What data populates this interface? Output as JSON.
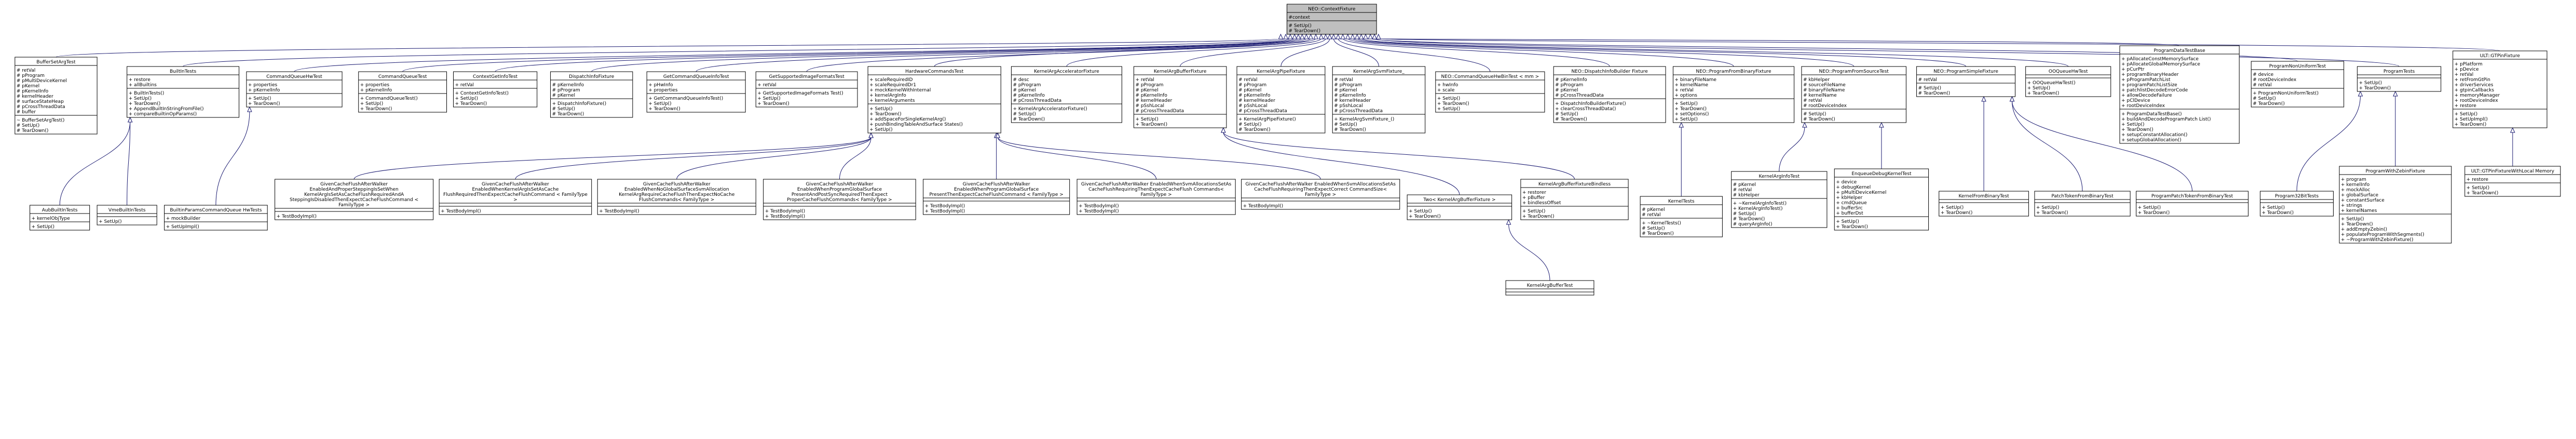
{
  "diagram": {
    "root": {
      "title": "NEO::ContextFixture",
      "attributes": [
        "#context"
      ],
      "methods": [
        "# SetUp()",
        "# TearDown()"
      ]
    },
    "classes": [
      {
        "id": "buffer_set_arg",
        "title": "BufferSetArgTest",
        "attributes": [
          "# retVal",
          "# pProgram",
          "# pMultiDeviceKernel",
          "# pKernel",
          "# pKernelInfo",
          "# kernelHeader",
          "# surfaceStateHeap",
          "# pCrossThreadData",
          "# buffer"
        ],
        "methods": [
          "~ BufferSetArgTest()",
          "# SetUp()",
          "# TearDown()"
        ],
        "parent": "root"
      },
      {
        "id": "builtin_tests",
        "title": "BuiltInTests",
        "attributes": [
          "+ restore",
          "+ allBuiltins"
        ],
        "methods": [
          "+ BuiltInTests()",
          "+ SetUp()",
          "+ TearDown()",
          "+ AppendBuiltInStringFromFile()",
          "+ compareBuiltinOpParams()"
        ],
        "parent": "root"
      },
      {
        "id": "cmd_queue_hw",
        "title": "CommandQueueHwTest",
        "attributes": [
          "+ properties",
          "+ pKernelInfo"
        ],
        "methods": [
          "+ SetUp()",
          "+ TearDown()"
        ],
        "parent": "root"
      },
      {
        "id": "cmd_queue",
        "title": "CommandQueueTest",
        "attributes": [
          "+ properties",
          "+ pKernelInfo"
        ],
        "methods": [
          "+ CommandQueueTest()",
          "+ SetUp()",
          "+ TearDown()"
        ],
        "parent": "root"
      },
      {
        "id": "context_info",
        "title": "ContextGetInfoTest",
        "attributes": [
          "+ retVal"
        ],
        "methods": [
          "+ ContextGetInfoTest()",
          "+ SetUp()",
          "+ TearDown()"
        ],
        "parent": "root"
      },
      {
        "id": "dispatch_info",
        "title": "DispatchInfoFixture",
        "attributes": [
          "# pKernelInfo",
          "# pProgram",
          "# pKernel"
        ],
        "methods": [
          "+ DispatchInfoFixture()",
          "# SetUp()",
          "# TearDown()"
        ],
        "parent": "root"
      },
      {
        "id": "get_cmd_queue_info",
        "title": "GetCommandQueueInfoTest",
        "attributes": [
          "+ pHwInfo",
          "+ properties"
        ],
        "methods": [
          "+ GetCommandQueueInfoTest()",
          "+ SetUp()",
          "+ TearDown()"
        ],
        "parent": "root"
      },
      {
        "id": "get_supported_img",
        "title": "GetSupportedImageFormatsTest",
        "attributes": [
          "+ retVal"
        ],
        "methods": [
          "+ GetSupportedImageFormats Test()",
          "+ SetUp()",
          "+ TearDown()"
        ],
        "parent": "root"
      },
      {
        "id": "hw_cmds_test",
        "title": "HardwareCommandsTest",
        "attributes": [
          "+ scaleRequiredID",
          "+ scaleRequiredDr1",
          "+ mockKernelWithInternal",
          "+ kernelArgInfo",
          "+ kernelArguments"
        ],
        "methods": [
          "+ SetUp()",
          "+ TearDown()",
          "+ addSpaceForSingleKernelArg()",
          "+ pushBindingTableAndSurface States()",
          "+ SetUp()"
        ],
        "parent": "root"
      },
      {
        "id": "karg_accel",
        "title": "KernelArgAcceleratorFixture",
        "attributes": [
          "# desc",
          "# pProgram",
          "# pKernel",
          "# pKernelInfo",
          "# pCrossThreadData"
        ],
        "methods": [
          "+ KernelArgAcceleratorFixture()",
          "# SetUp()",
          "# TearDown()"
        ],
        "parent": "root"
      },
      {
        "id": "karg_buffer",
        "title": "KernelArgBufferFixture",
        "attributes": [
          "+ retVal",
          "# pProgram",
          "# pKernel",
          "# pKernelInfo",
          "# kernelHeader",
          "# pSshLocal",
          "# pCrossThreadData"
        ],
        "methods": [
          "+ SetUp()",
          "+ TearDown()"
        ],
        "parent": "root"
      },
      {
        "id": "karg_pipe",
        "title": "KernelArgPipeFixture",
        "attributes": [
          "# retVal",
          "# pProgram",
          "# pKernel",
          "# pKernelInfo",
          "# kernelHeader",
          "# pSshLocal",
          "# pCrossThreadData"
        ],
        "methods": [
          "+ KernelArgPipeFixture()",
          "# SetUp()",
          "# TearDown()"
        ],
        "parent": "root"
      },
      {
        "id": "karg_svm",
        "title": "KernelArgSvmFixture_",
        "attributes": [
          "# retVal",
          "# pProgram",
          "# pKernel",
          "# pKernelInfo",
          "# kernelHeader",
          "# pSshLocal",
          "# pCrossThreadData"
        ],
        "methods": [
          "+ KernelArgSvmFixture_()",
          "# SetUp()",
          "# TearDown()"
        ],
        "parent": "root"
      },
      {
        "id": "neo_cmd_queue_hw_bin",
        "title": "NEO::CommandQueueHwBinTest < mm >",
        "attributes": [
          "+ hwInfo",
          "+ scale"
        ],
        "methods": [
          "+ SetUp()",
          "+ TearDown()",
          "+ SetUp()"
        ],
        "parent": "root"
      },
      {
        "id": "neo_dispatch_builtin",
        "title": "NEO::DispatchInfoBuilder Fixture",
        "attributes": [
          "# pKernelInfo",
          "# pProgram",
          "# pKernel",
          "# pCrossThreadData"
        ],
        "methods": [
          "+ DispatchInfoBuilderFixture()",
          "+ clearCrossThreadData()",
          "# SetUp()",
          "# TearDown()"
        ],
        "parent": "root"
      },
      {
        "id": "neo_prog_from_binary",
        "title": "NEO::ProgramFromBinaryFixture",
        "attributes": [
          "+ binaryFileName",
          "+ kernelName",
          "+ retVal",
          "+ options"
        ],
        "methods": [
          "+ SetUp()",
          "+ TearDown()",
          "+ setOptions()",
          "+ SetUp()"
        ],
        "parent": "root"
      },
      {
        "id": "neo_prog_from_source",
        "title": "NEO::ProgramFromSourceTest",
        "attributes": [
          "# kbHelper",
          "# sourceFileName",
          "# binaryFileName",
          "# kernelName",
          "# retVal",
          "# rootDeviceIndex"
        ],
        "methods": [
          "# SetUp()",
          "# TearDown()"
        ],
        "parent": "root"
      },
      {
        "id": "neo_prog_simple",
        "title": "NEO::ProgramSimpleFixture",
        "attributes": [
          "# retVal"
        ],
        "methods": [
          "# SetUp()",
          "# TearDown()"
        ],
        "parent": "root"
      },
      {
        "id": "ooq_hw",
        "title": "OOQueueHwTest",
        "attributes": [],
        "methods": [
          "+ OOQueueHwTest()",
          "+ SetUp()",
          "+ TearDown()"
        ],
        "parent": "root"
      },
      {
        "id": "prog_data_test_base",
        "title": "ProgramDataTestBase",
        "attributes": [
          "+ pAllocateConstMemorySurface",
          "+ pAllocateGlobalMemorySurface",
          "+ pCurPtr",
          "+ programBinaryHeader",
          "+ pProgramPatchList",
          "+ programPatchListSize",
          "+ patchlistDecodeErrorCode",
          "+ allowDecodeFailure",
          "+ pClDevice",
          "+ rootDeviceIndex"
        ],
        "methods": [
          "+ ProgramDataTestBase()",
          "+ buildAndDecodeProgramPatch List()",
          "+ SetUp()",
          "+ TearDown()",
          "+ setupConstantAllocation()",
          "+ setupGlobalAllocation()"
        ],
        "parent": "root"
      },
      {
        "id": "prog_non_uniform",
        "title": "ProgramNonUniformTest",
        "attributes": [
          "# device",
          "# rootDeviceIndex",
          "# retVal"
        ],
        "methods": [
          "+ ProgramNonUniformTest()",
          "# SetUp()",
          "# TearDown()"
        ],
        "parent": "root"
      },
      {
        "id": "program_tests",
        "title": "ProgramTests",
        "attributes": [],
        "methods": [
          "+ SetUp()",
          "+ TearDown()"
        ],
        "parent": "root"
      },
      {
        "id": "ult_gtpin",
        "title": "ULT::GTPinFixture",
        "attributes": [
          "+ pPlatform",
          "+ pDevice",
          "+ retVal",
          "+ retFromGtPin",
          "+ driverServices",
          "+ gtpinCallbacks",
          "+ memoryManager",
          "+ rootDeviceIndex",
          "+ restore"
        ],
        "methods": [
          "+ SetUp()",
          "+ SetUpImpl()",
          "+ TearDown()"
        ],
        "parent": "root"
      },
      {
        "id": "aub_builtin",
        "title": "AubBuiltInTests",
        "attributes": [
          "+ kernelObjType"
        ],
        "methods": [
          "+ SetUp()"
        ],
        "parent": "builtin_tests"
      },
      {
        "id": "vme_builtin",
        "title": "VmeBuiltInTests",
        "attributes": [],
        "methods": [
          "+ SetUp()"
        ],
        "parent": "builtin_tests"
      },
      {
        "id": "builtin_params_cmd_queue",
        "title": "BuiltinParamsCommandQueue HwTests",
        "attributes": [
          "+ mockBuilder"
        ],
        "methods": [
          "+ SetUpImpl()"
        ],
        "parent": "cmd_queue_hw"
      },
      {
        "id": "gc_walker_1",
        "title": "GivenCacheFlushAfterWalker EnabledAndProperSteppingIsSetWhen KernelArgIsSetAsCacheFlushRequiredAndA SteppingIsDisabledThenExpectCacheFlushCommand < FamilyType >",
        "attributes": [],
        "methods": [
          "+ TestBodyImpl()"
        ],
        "parent": "hw_cmds_test"
      },
      {
        "id": "gc_walker_2",
        "title": "GivenCacheFlushAfterWalker EnabledWhenKernelArgIsSetAsCache FlushRequiredThenExpectCacheFlushCommand < FamilyType >",
        "attributes": [],
        "methods": [
          "+ TestBodyImpl()"
        ],
        "parent": "hw_cmds_test"
      },
      {
        "id": "gc_walker_3",
        "title": "GivenCacheFlushAfterWalker EnabledWhenNoGlobalSurfaceSvmAllocation KernelArgRequireCacheFlushThenExpectNoCache FlushCommands< FamilyType >",
        "attributes": [],
        "methods": [
          "+ TestBodyImpl()"
        ],
        "parent": "hw_cmds_test"
      },
      {
        "id": "gc_walker_4",
        "title": "GivenCacheFlushAfterWalker EnabledWhenProgramGlobalSurface PresentAndPostSyncRequiredThenExpect ProperCacheFlushCommands< FamilyType >",
        "attributes": [],
        "methods": [
          "+ TestBodyImpl()",
          "+ TestBodyImpl()"
        ],
        "parent": "hw_cmds_test"
      },
      {
        "id": "gc_walker_5",
        "title": "GivenCacheFlushAfterWalker EnabledWhenProgramGlobalSurface PresentThenExpectCacheFlushCommand < FamilyType >",
        "attributes": [],
        "methods": [
          "+ TestBodyImpl()",
          "+ TestBodyImpl()"
        ],
        "parent": "hw_cmds_test"
      },
      {
        "id": "gc_walker_6",
        "title": "GivenCacheFlushAfterWalker EnabledWhenSvmAllocationsSetAs CacheFlushRequiringThenExpectCacheFlush Commands< FamilyType >",
        "attributes": [],
        "methods": [
          "+ TestBodyImpl()",
          "+ TestBodyImpl()"
        ],
        "parent": "hw_cmds_test"
      },
      {
        "id": "gc_walker_7",
        "title": "GivenCacheFlushAfterWalker EnabledWhenSvmAllocationsSetAs CacheFlushRequiringThenExpectCorrect CommandSize< FamilyType >",
        "attributes": [],
        "methods": [
          "+ TestBodyImpl()"
        ],
        "parent": "hw_cmds_test"
      },
      {
        "id": "two_karg_buffer",
        "title": "Two< KernelArgBufferFixture >",
        "attributes": [],
        "methods": [
          "+ SetUp()",
          "+ TearDown()"
        ],
        "parent": "karg_buffer"
      },
      {
        "id": "karg_buffer_stateless",
        "title": "KernelArgBufferFixtureBindless",
        "attributes": [
          "+ restorer",
          "+ pBuffer",
          "+ bindlessOffset"
        ],
        "methods": [
          "+ SetUp()",
          "+ TearDown()"
        ],
        "parent": "karg_buffer"
      },
      {
        "id": "karg_buffer_test",
        "title": "KernelArgBufferTest",
        "attributes": [],
        "methods": [],
        "parent": "two_karg_buffer"
      },
      {
        "id": "kernel_tests",
        "title": "KernelTests",
        "attributes": [
          "# pKernel",
          "# retVal"
        ],
        "methods": [
          "+ ~KernelTests()",
          "# SetUp()",
          "# TearDown()"
        ],
        "parent": "neo_prog_from_binary"
      },
      {
        "id": "kernel_args_test",
        "title": "KernelArgInfoTest",
        "attributes": [
          "# pKernel",
          "# retVal",
          "# kbHelper"
        ],
        "methods": [
          "+ ~KernelArgInfoTest()",
          "+ KernelArgInfoTest()",
          "# SetUp()",
          "# TearDown()",
          "# queryArgInfo()"
        ],
        "parent": "neo_prog_from_source"
      },
      {
        "id": "enqueue_debug_kernel",
        "title": "EnqueueDebugKernelTest",
        "attributes": [
          "+ device",
          "+ debugKernel",
          "+ pMultiDeviceKernel",
          "+ kbHelper",
          "+ cmdQueue",
          "+ bufferSrc",
          "+ bufferDst"
        ],
        "methods": [
          "+ SetUp()",
          "+ TearDown()"
        ],
        "parent": "neo_prog_from_source"
      },
      {
        "id": "kernel_from_binary",
        "title": "KernelFromBinaryTest",
        "attributes": [],
        "methods": [
          "+ SetUp()",
          "+ TearDown()"
        ],
        "parent": "neo_prog_simple"
      },
      {
        "id": "patch_token_from_binary",
        "title": "PatchTokenFromBinaryTest",
        "attributes": [],
        "methods": [
          "+ SetUp()",
          "+ TearDown()"
        ],
        "parent": "neo_prog_simple"
      },
      {
        "id": "program_patch_token_from_binary",
        "title": "ProgramPatchTokenFromBinaryTest",
        "attributes": [],
        "methods": [
          "+ SetUp()",
          "+ TearDown()"
        ],
        "parent": "neo_prog_simple"
      },
      {
        "id": "program32_tests",
        "title": "Program32BitTests",
        "attributes": [],
        "methods": [
          "+ SetUp()",
          "+ TearDown()"
        ],
        "parent": "program_tests"
      },
      {
        "id": "program_with_zebin",
        "title": "ProgramWithZebinFixture",
        "attributes": [
          "+ program",
          "+ kernelInfo",
          "+ mockAlloc",
          "+ globalSurface",
          "+ constantSurface",
          "+ strings",
          "+ kernelNames"
        ],
        "methods": [
          "+ SetUp()",
          "+ TearDown()",
          "+ addEmptyZebin()",
          "+ populateProgramWithSegments()",
          "+ ~ProgramWithZebinFixture()"
        ],
        "parent": "program_tests"
      },
      {
        "id": "ult_gtpin_local_mem",
        "title": "ULT::GTPinFixtureWithLocal Memory",
        "attributes": [
          "+ restore"
        ],
        "methods": [
          "+ SetUp()",
          "+ TearDown()"
        ],
        "parent": "ult_gtpin"
      }
    ]
  }
}
